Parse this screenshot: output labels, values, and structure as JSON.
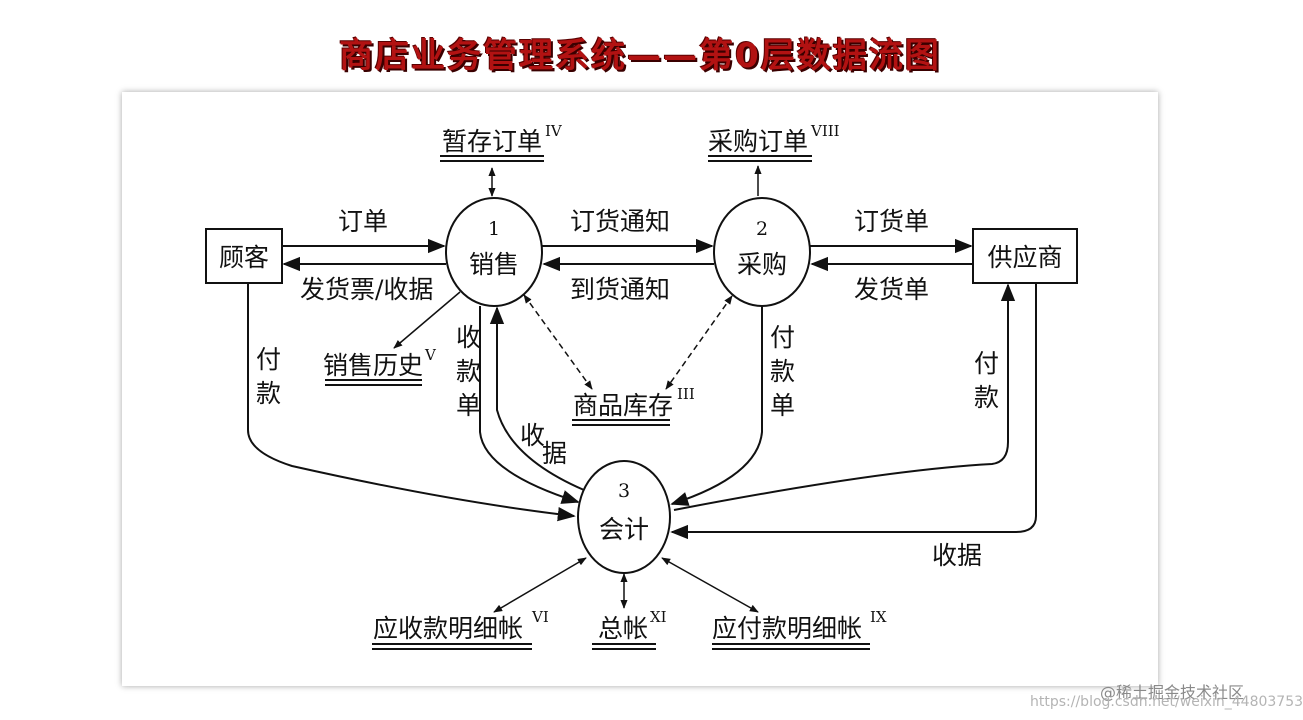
{
  "title": "商店业务管理系统——第0层数据流图",
  "entities": {
    "customer": "顾客",
    "supplier": "供应商"
  },
  "processes": {
    "sales": {
      "num": "1",
      "name": "销售"
    },
    "purchase": {
      "num": "2",
      "name": "采购"
    },
    "accounting": {
      "num": "3",
      "name": "会计"
    }
  },
  "stores": {
    "temp_order": {
      "name": "暂存订单",
      "roman": "IV"
    },
    "purchase_order": {
      "name": "采购订单",
      "roman": "VIII"
    },
    "sales_history": {
      "name": "销售历史",
      "roman": "V"
    },
    "inventory": {
      "name": "商品库存",
      "roman": "III"
    },
    "receivable": {
      "name": "应收款明细帐",
      "roman": "VI"
    },
    "ledger": {
      "name": "总帐",
      "roman": "XI"
    },
    "payable": {
      "name": "应付款明细帐",
      "roman": "IX"
    }
  },
  "flows": {
    "order": "订单",
    "invoice_receipt": "发货票/收据",
    "order_notice": "订货通知",
    "arrival_notice": "到货通知",
    "purchase_order_doc": "订货单",
    "delivery_note": "发货单",
    "customer_payment_1": "付",
    "customer_payment_2": "款",
    "receipt_doc_1": "收",
    "receipt_doc_2": "款",
    "receipt_doc_3": "单",
    "receipt_1": "收",
    "receipt_2": "据",
    "payment_doc_1": "付",
    "payment_doc_2": "款",
    "payment_doc_3": "单",
    "supplier_payment_1": "付",
    "supplier_payment_2": "款",
    "supplier_receipt": "收据"
  },
  "watermark": {
    "brand": "@稀土掘金技术社区",
    "url": "https://blog.csdn.net/weixin_44803753"
  }
}
